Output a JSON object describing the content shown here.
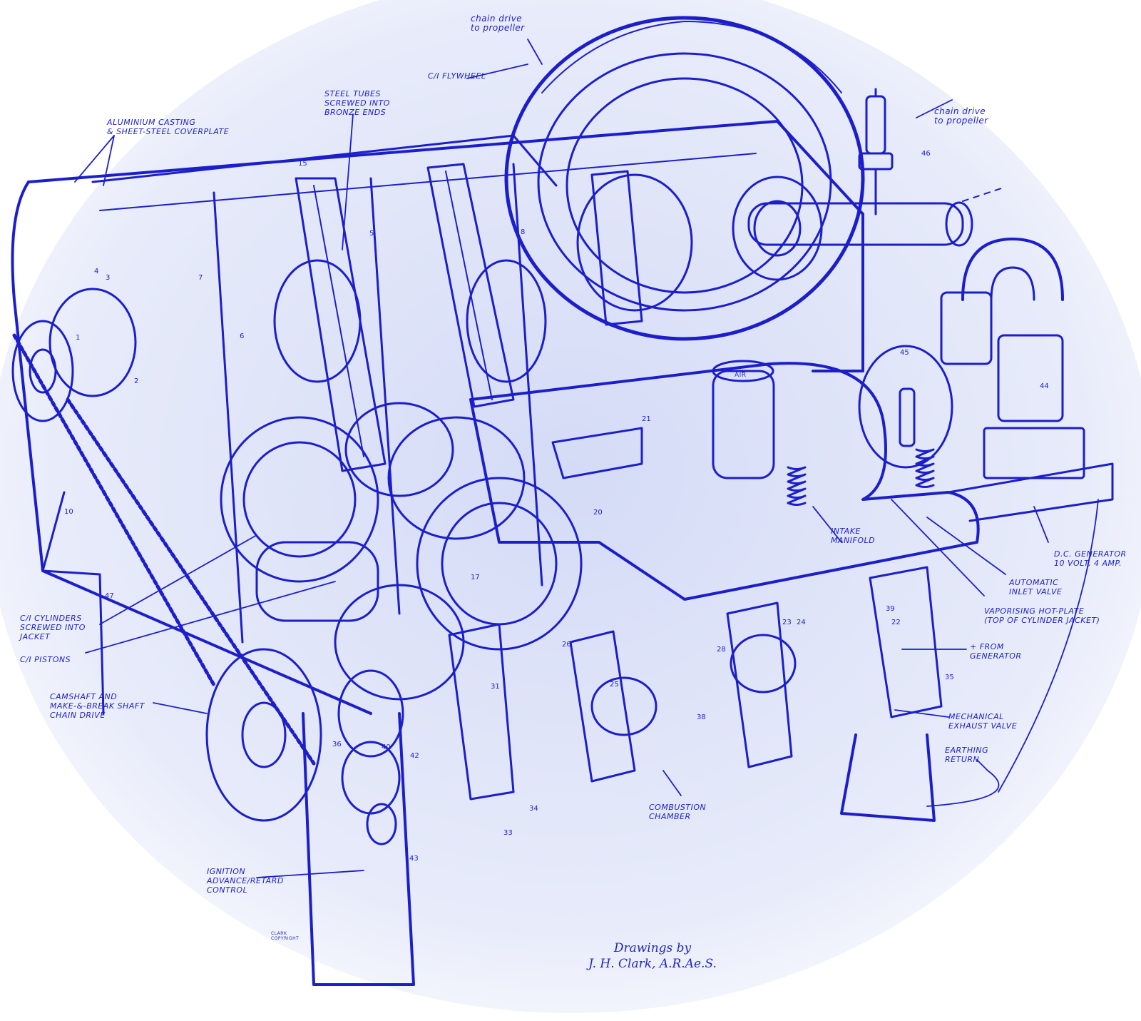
{
  "colors": {
    "ink": "#1c1fc9",
    "paper": "#ffffff",
    "haze": "#dfe4f7"
  },
  "labels": {
    "chain_drive_top": "chain drive\nto propeller",
    "flywheel": "C/I FLYWHEEL",
    "steel_tubes": "STEEL TUBES\nSCREWED INTO\nBRONZE ENDS",
    "aluminium": "ALUMINIUM CASTING\n& SHEET-STEEL COVERPLATE",
    "chain_drive_right": "chain drive\nto propeller",
    "dc_generator": "D.C. GENERATOR\n10 VOLT, 4 AMP.",
    "intake_manifold": "INTAKE\nMANIFOLD",
    "automatic_inlet": "AUTOMATIC\nINLET VALVE",
    "vaporising": "VAPORISING HOT-PLATE\n(TOP OF CYLINDER JACKET)",
    "from_generator": "+ FROM\nGENERATOR",
    "mech_exhaust": "MECHANICAL\nEXHAUST VALVE",
    "earthing": "EARTHING\nRETURN",
    "combustion": "COMBUSTION\nCHAMBER",
    "cylinders": "C/I CYLINDERS\nSCREWED INTO\nJACKET",
    "pistons": "C/I PISTONS",
    "camshaft": "CAMSHAFT AND\nMAKE-&-BREAK SHAFT\nCHAIN DRIVE",
    "ignition": "IGNITION\nADVANCE/RETARD\nCONTROL",
    "signature": "CLARK\nCOPYRIGHT",
    "air": "AIR"
  },
  "part_numbers": [
    "1",
    "2",
    "3",
    "4",
    "5",
    "6",
    "7",
    "8",
    "10",
    "15",
    "17",
    "20",
    "21",
    "22",
    "23",
    "24",
    "25",
    "26",
    "28",
    "31",
    "33",
    "34",
    "35",
    "36",
    "38",
    "39",
    "40",
    "42",
    "43",
    "44",
    "45",
    "46",
    "47"
  ],
  "credit": {
    "line1": "Drawings by",
    "line2": "J. H. Clark, A.R.Ae.S."
  }
}
